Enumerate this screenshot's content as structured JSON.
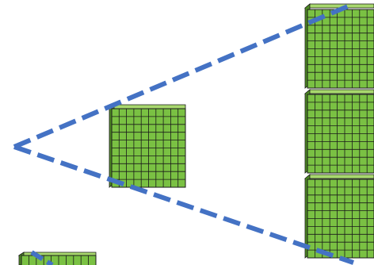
{
  "colors": {
    "background": "#ffffff",
    "cube_fill": "#7ac143",
    "cube_top": "#a8d86e",
    "cube_side": "#4f8a25",
    "grid_line": "#1a1a1a",
    "dash_line": "#4472c4"
  },
  "blocks": {
    "flat_count": 3,
    "small_count": 1,
    "rod_count": 1
  }
}
